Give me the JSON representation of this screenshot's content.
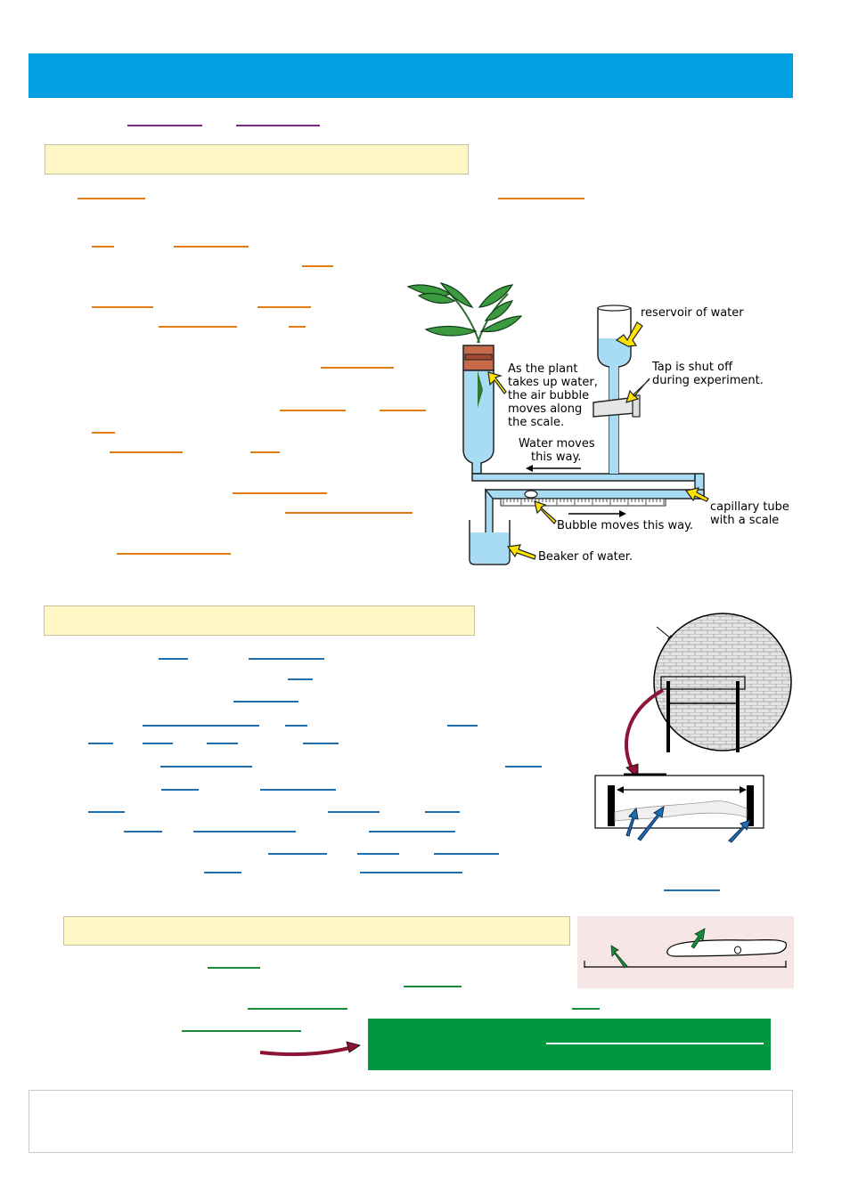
{
  "diagram_labels": {
    "reservoir": "reservoir of water",
    "tap_line1": "Tap is shut off",
    "tap_line2": "during experiment.",
    "plant_line1": "As the plant",
    "plant_line2": "takes up water,",
    "plant_line3": "the air bubble",
    "plant_line4": "moves along",
    "plant_line5": "the scale.",
    "water_moves_line1": "Water moves",
    "water_moves_line2": "this way.",
    "capillary_line1": "capillary tube",
    "capillary_line2": "with a scale",
    "bubble_moves": "Bubble moves this way.",
    "beaker": "Beaker of water."
  },
  "colors": {
    "banner": "#00a0e3",
    "section_box": "#fff8c6",
    "blank_purple": "#7b2d84",
    "blank_orange": "#e07b10",
    "blank_blue": "#1f6fb0",
    "blank_green": "#1a8a3a",
    "answer_box": "#00983f",
    "arrow_yellow": "#ffe400",
    "water": "#a8dcf5",
    "curved_arrow": "#8c1535"
  }
}
